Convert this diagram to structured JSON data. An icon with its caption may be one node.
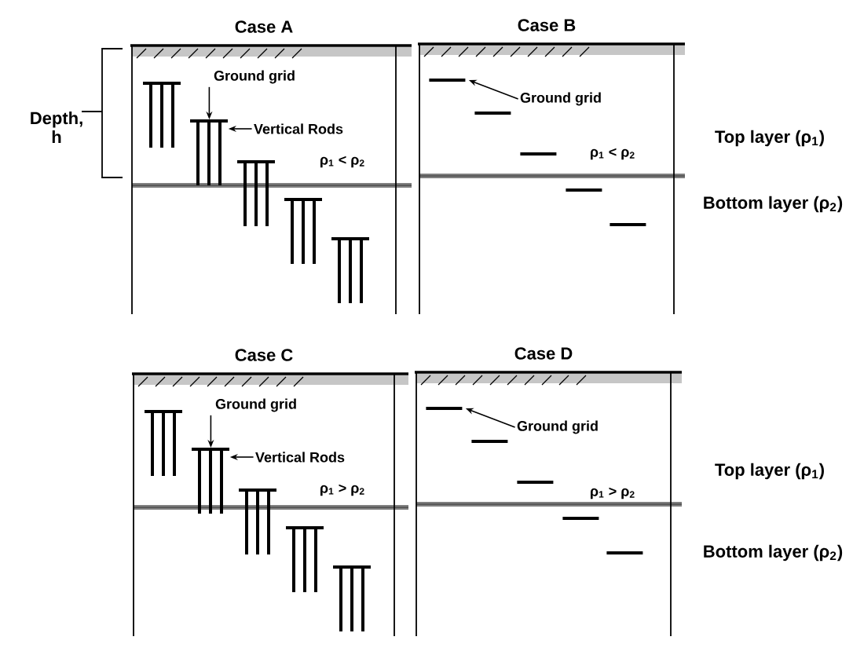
{
  "diagram": {
    "nodes": [
      {
        "text": [
          "Case A"
        ]
      },
      {
        "text": [],
        "shape": "grid",
        "in": 0
      },
      {
        "text": [],
        "shape": "grid",
        "in": 0
      },
      {
        "text": [],
        "shape": "grid",
        "in": 0
      },
      {
        "text": [],
        "shape": "grid",
        "in": 0
      },
      {
        "text": [],
        "shape": "grid",
        "in": 0
      },
      {
        "text": [
          "Ground grid"
        ],
        "in": 0
      },
      {
        "text": [
          "Vertical Rods"
        ],
        "in": 0
      },
      {
        "text": [
          "Case B"
        ]
      },
      {
        "text": [],
        "shape": "bar",
        "in": 8
      },
      {
        "text": [],
        "shape": "bar",
        "in": 8
      },
      {
        "text": [],
        "shape": "bar",
        "in": 8
      },
      {
        "text": [],
        "shape": "bar",
        "in": 8
      },
      {
        "text": [],
        "shape": "bar",
        "in": 8
      },
      {
        "text": [
          "Ground grid"
        ],
        "in": 8
      },
      {
        "text": [
          "Case C"
        ]
      },
      {
        "text": [],
        "shape": "grid",
        "in": 15
      },
      {
        "text": [],
        "shape": "grid",
        "in": 15
      },
      {
        "text": [],
        "shape": "grid",
        "in": 15
      },
      {
        "text": [],
        "shape": "grid",
        "in": 15
      },
      {
        "text": [],
        "shape": "grid",
        "in": 15
      },
      {
        "text": [
          "Ground grid"
        ],
        "in": 15
      },
      {
        "text": [
          "Vertical Rods"
        ],
        "in": 15
      },
      {
        "text": [
          "Case D"
        ]
      },
      {
        "text": [],
        "shape": "bar",
        "in": 23
      },
      {
        "text": [],
        "shape": "bar",
        "in": 23
      },
      {
        "text": [],
        "shape": "bar",
        "in": 23
      },
      {
        "text": [],
        "shape": "bar",
        "in": 23
      },
      {
        "text": [],
        "shape": "bar",
        "in": 23
      },
      {
        "text": [
          "Ground grid"
        ],
        "in": 23
      }
    ],
    "edges": [
      {
        "from": 6,
        "to": 2,
        "arrow": "to"
      },
      {
        "from": 7,
        "to": 2,
        "arrow": "to"
      },
      {
        "from": 14,
        "to": 9,
        "arrow": "to"
      },
      {
        "from": 21,
        "to": 17,
        "arrow": "to"
      },
      {
        "from": 22,
        "to": 17,
        "arrow": "to"
      },
      {
        "from": 29,
        "to": 24,
        "arrow": "to"
      }
    ],
    "labels": [
      "Depth, h",
      "ρ$_{1}$ < ρ$_{2}$",
      "ρ$_{1}$ < ρ$_{2}$",
      "Top layer (ρ$_{1}$)",
      "Bottom layer (ρ$_{2}$)",
      "ρ$_{1}$ > ρ$_{2}$",
      "ρ$_{1}$ > ρ$_{2}$",
      "Top layer (ρ$_{1}$)",
      "Bottom layer (ρ$_{2}$)"
    ]
  }
}
